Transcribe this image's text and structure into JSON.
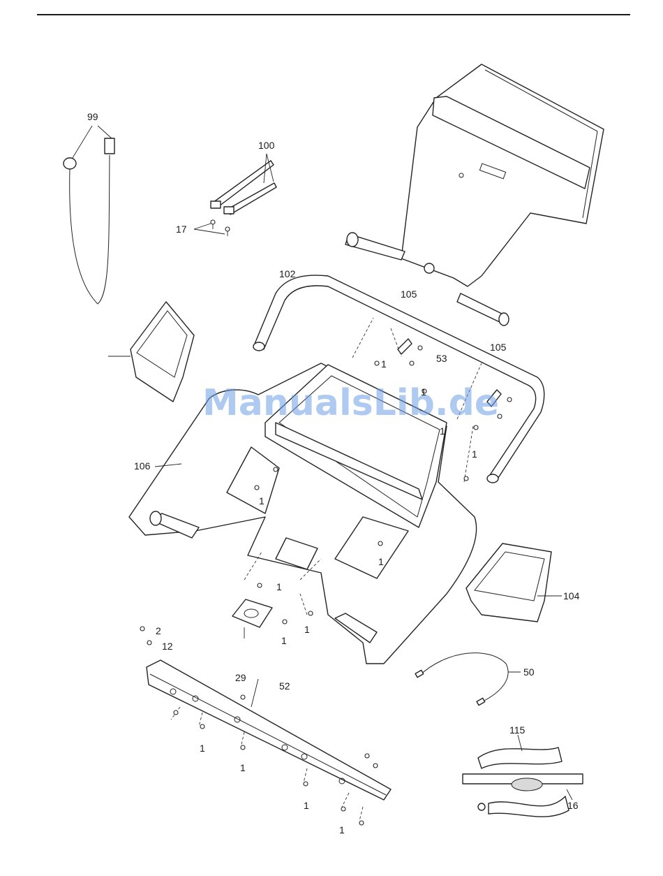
{
  "figure": {
    "type": "exploded parts diagram",
    "callouts": [
      {
        "id": "c99",
        "label": "99"
      },
      {
        "id": "c100",
        "label": "100"
      },
      {
        "id": "c17",
        "label": "17"
      },
      {
        "id": "c102",
        "label": "102"
      },
      {
        "id": "c105a",
        "label": "105"
      },
      {
        "id": "c105b",
        "label": "105"
      },
      {
        "id": "c53",
        "label": "53"
      },
      {
        "id": "c1a",
        "label": "1"
      },
      {
        "id": "c1b",
        "label": "1"
      },
      {
        "id": "c1c",
        "label": "1"
      },
      {
        "id": "c1d",
        "label": "1"
      },
      {
        "id": "c106",
        "label": "106"
      },
      {
        "id": "c1e",
        "label": "1"
      },
      {
        "id": "c1f",
        "label": "1"
      },
      {
        "id": "c1g",
        "label": "1"
      },
      {
        "id": "c1h",
        "label": "1"
      },
      {
        "id": "c104",
        "label": "104"
      },
      {
        "id": "c2",
        "label": "2"
      },
      {
        "id": "c12",
        "label": "12"
      },
      {
        "id": "c50",
        "label": "50"
      },
      {
        "id": "c29",
        "label": "29"
      },
      {
        "id": "c52",
        "label": "52"
      },
      {
        "id": "c1i",
        "label": "1"
      },
      {
        "id": "c1j",
        "label": "1"
      },
      {
        "id": "c1k",
        "label": "1"
      },
      {
        "id": "c1l",
        "label": "1"
      },
      {
        "id": "c1m",
        "label": "1"
      },
      {
        "id": "c115",
        "label": "115"
      },
      {
        "id": "c16",
        "label": "16"
      }
    ]
  },
  "watermark": {
    "text": "ManualsLib.de"
  }
}
